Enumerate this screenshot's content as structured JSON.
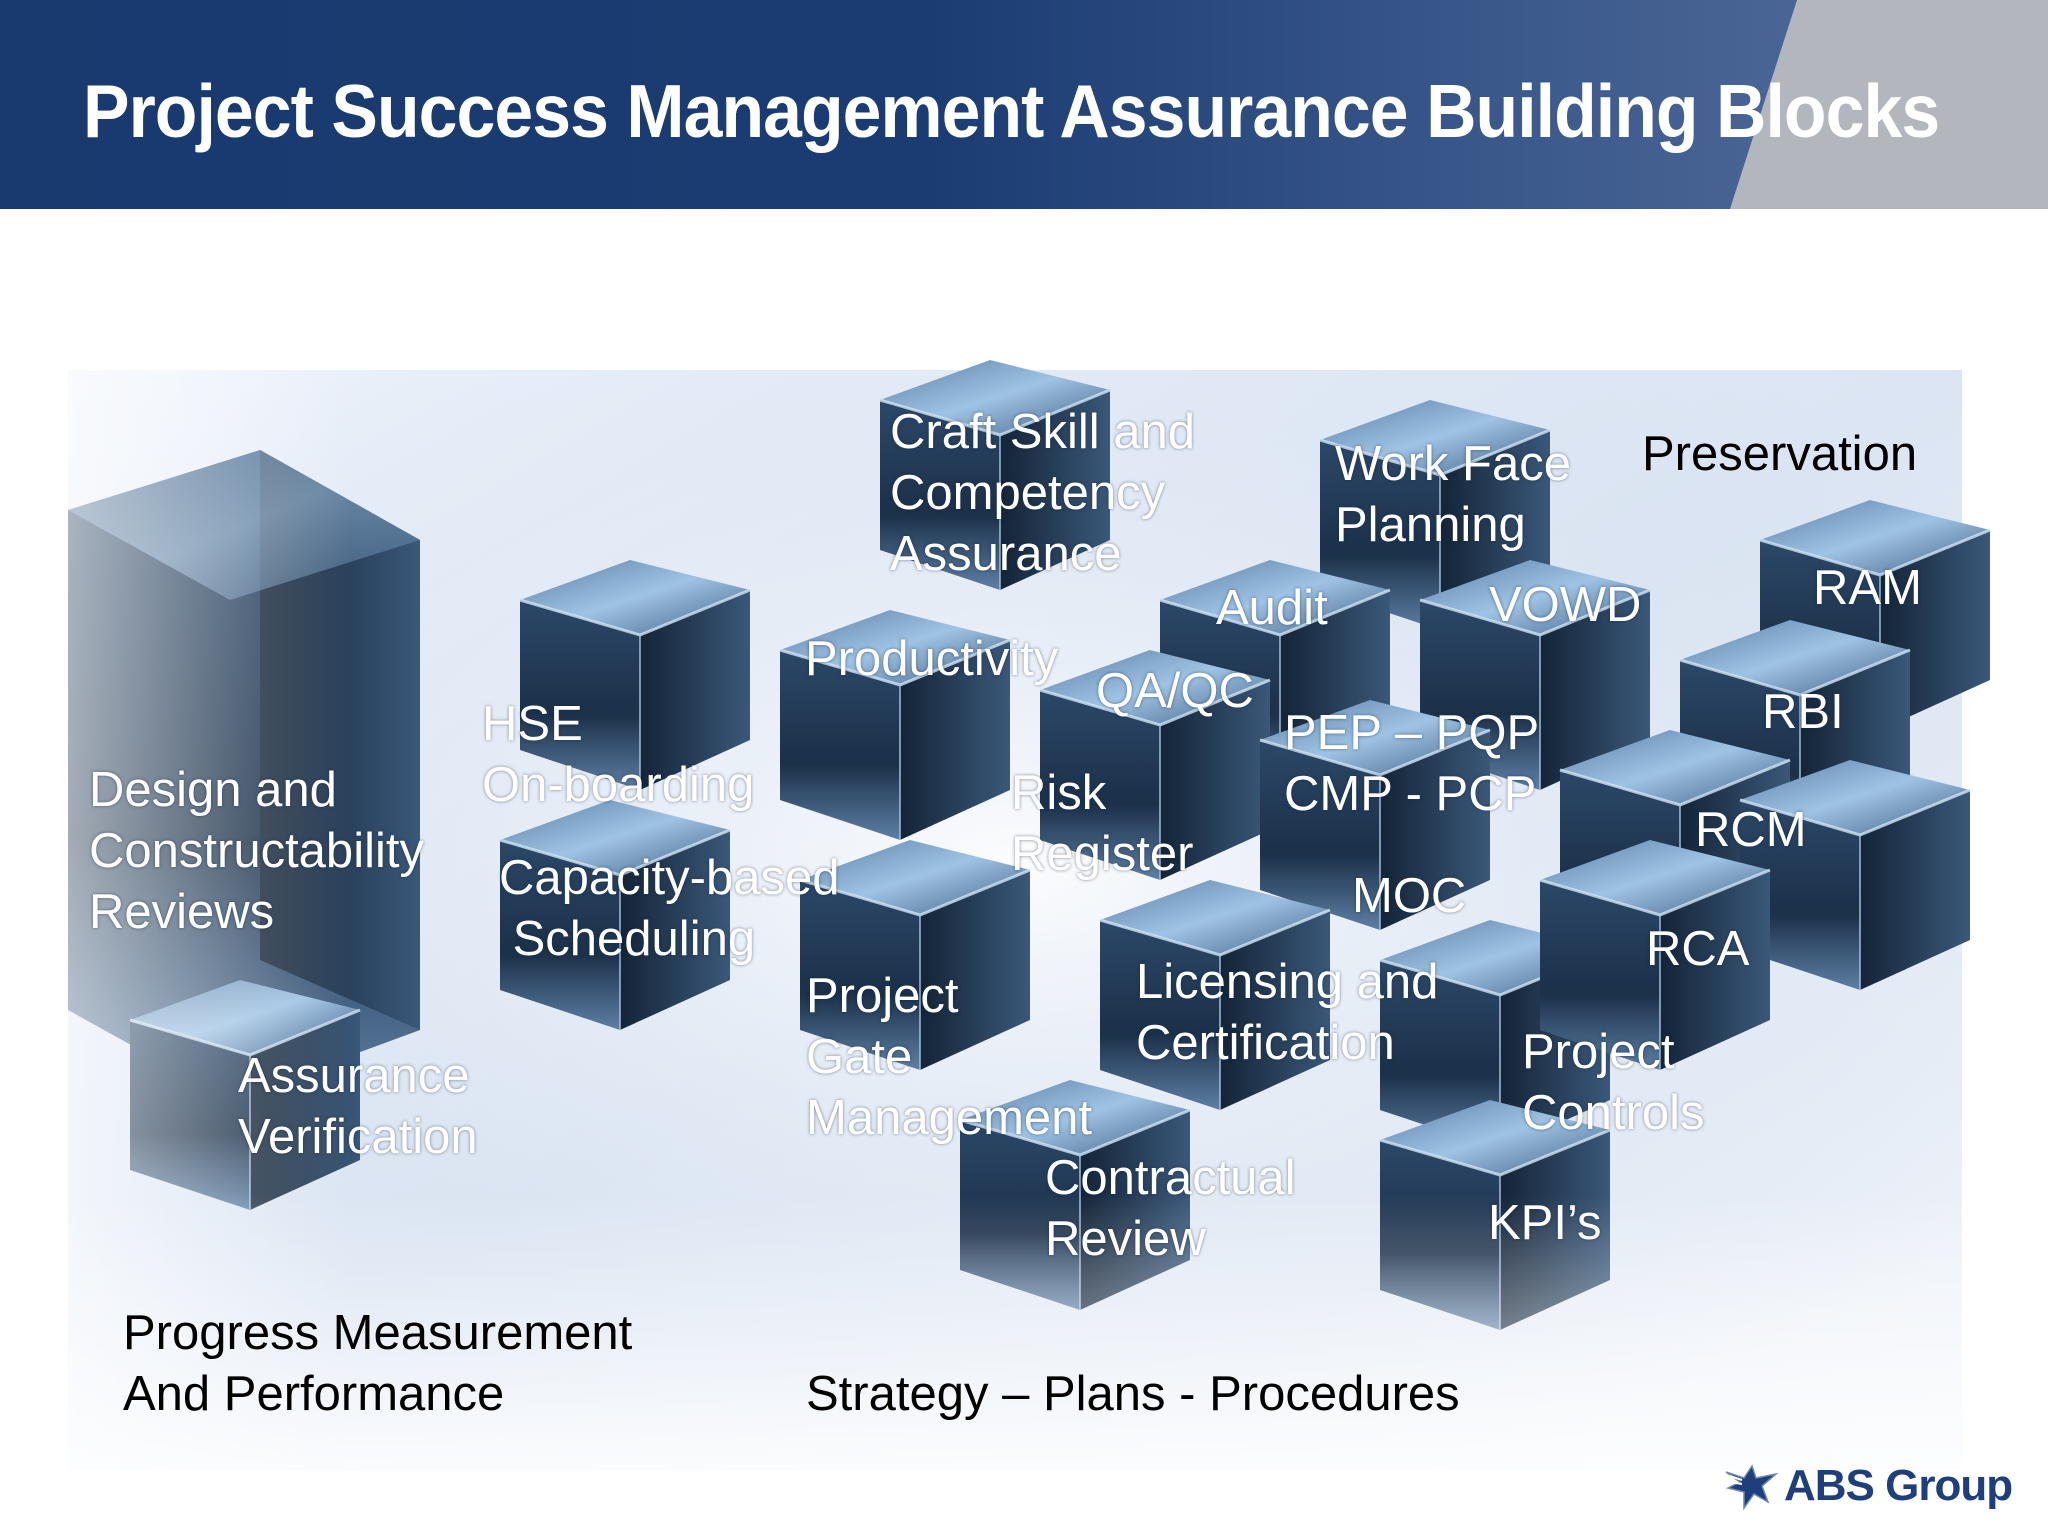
{
  "slide": {
    "title": "Project Success Management Assurance Building Blocks"
  },
  "blocks": [
    {
      "id": "craft-skill",
      "text": "Craft Skill and\nCompetency\nAssurance"
    },
    {
      "id": "work-face-planning",
      "text": "Work Face\nPlanning"
    },
    {
      "id": "preservation",
      "text": "Preservation"
    },
    {
      "id": "ram",
      "text": "RAM"
    },
    {
      "id": "audit",
      "text": "Audit"
    },
    {
      "id": "vowd",
      "text": "VOWD"
    },
    {
      "id": "productivity",
      "text": "Productivity"
    },
    {
      "id": "qa-qc",
      "text": "QA/QC"
    },
    {
      "id": "rbi",
      "text": "RBI"
    },
    {
      "id": "hse-onboarding",
      "text": "HSE\nOn-boarding"
    },
    {
      "id": "pep-pqp",
      "text": "PEP – PQP\nCMP - PCP"
    },
    {
      "id": "design-reviews",
      "text": "Design and\nConstructability\nReviews"
    },
    {
      "id": "risk-register",
      "text": "Risk\nRegister"
    },
    {
      "id": "rcm",
      "text": "RCM"
    },
    {
      "id": "capacity-scheduling",
      "text": "Capacity-based\n Scheduling"
    },
    {
      "id": "moc",
      "text": "MOC"
    },
    {
      "id": "rca",
      "text": "RCA"
    },
    {
      "id": "licensing",
      "text": "Licensing and\nCertification"
    },
    {
      "id": "project-gate",
      "text": "Project\nGate\nManagement"
    },
    {
      "id": "assurance-verification",
      "text": "Assurance\nVerification"
    },
    {
      "id": "project-controls",
      "text": "Project\nControls"
    },
    {
      "id": "contractual-review",
      "text": "Contractual\nReview"
    },
    {
      "id": "kpis",
      "text": "KPI’s"
    },
    {
      "id": "progress-measurement",
      "text": "Progress Measurement\nAnd Performance"
    },
    {
      "id": "strategy",
      "text": "Strategy – Plans - Procedures"
    }
  ],
  "logo": {
    "text": "ABS Group",
    "icon": "eagle-icon"
  },
  "colors": {
    "header": "#1a3c72",
    "header_accent": "#b3b6bc",
    "block_dark": "#1d3550",
    "block_light": "#7fa8cf",
    "logo": "#1f3f7c"
  }
}
